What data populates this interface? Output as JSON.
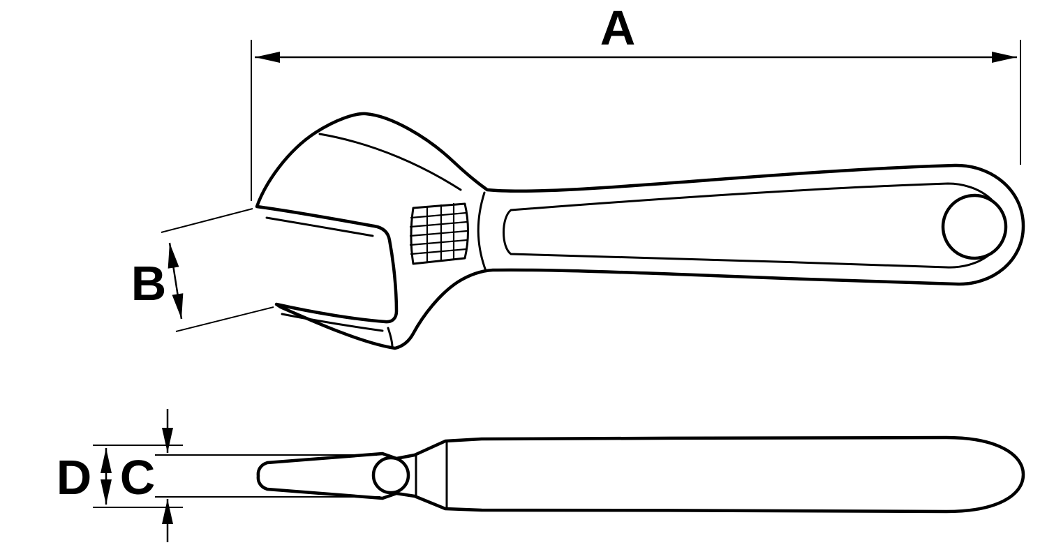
{
  "colors": {
    "line": "#000000",
    "background": "#ffffff"
  },
  "labels": {
    "a": "A",
    "b": "B",
    "c": "C",
    "d": "D"
  }
}
